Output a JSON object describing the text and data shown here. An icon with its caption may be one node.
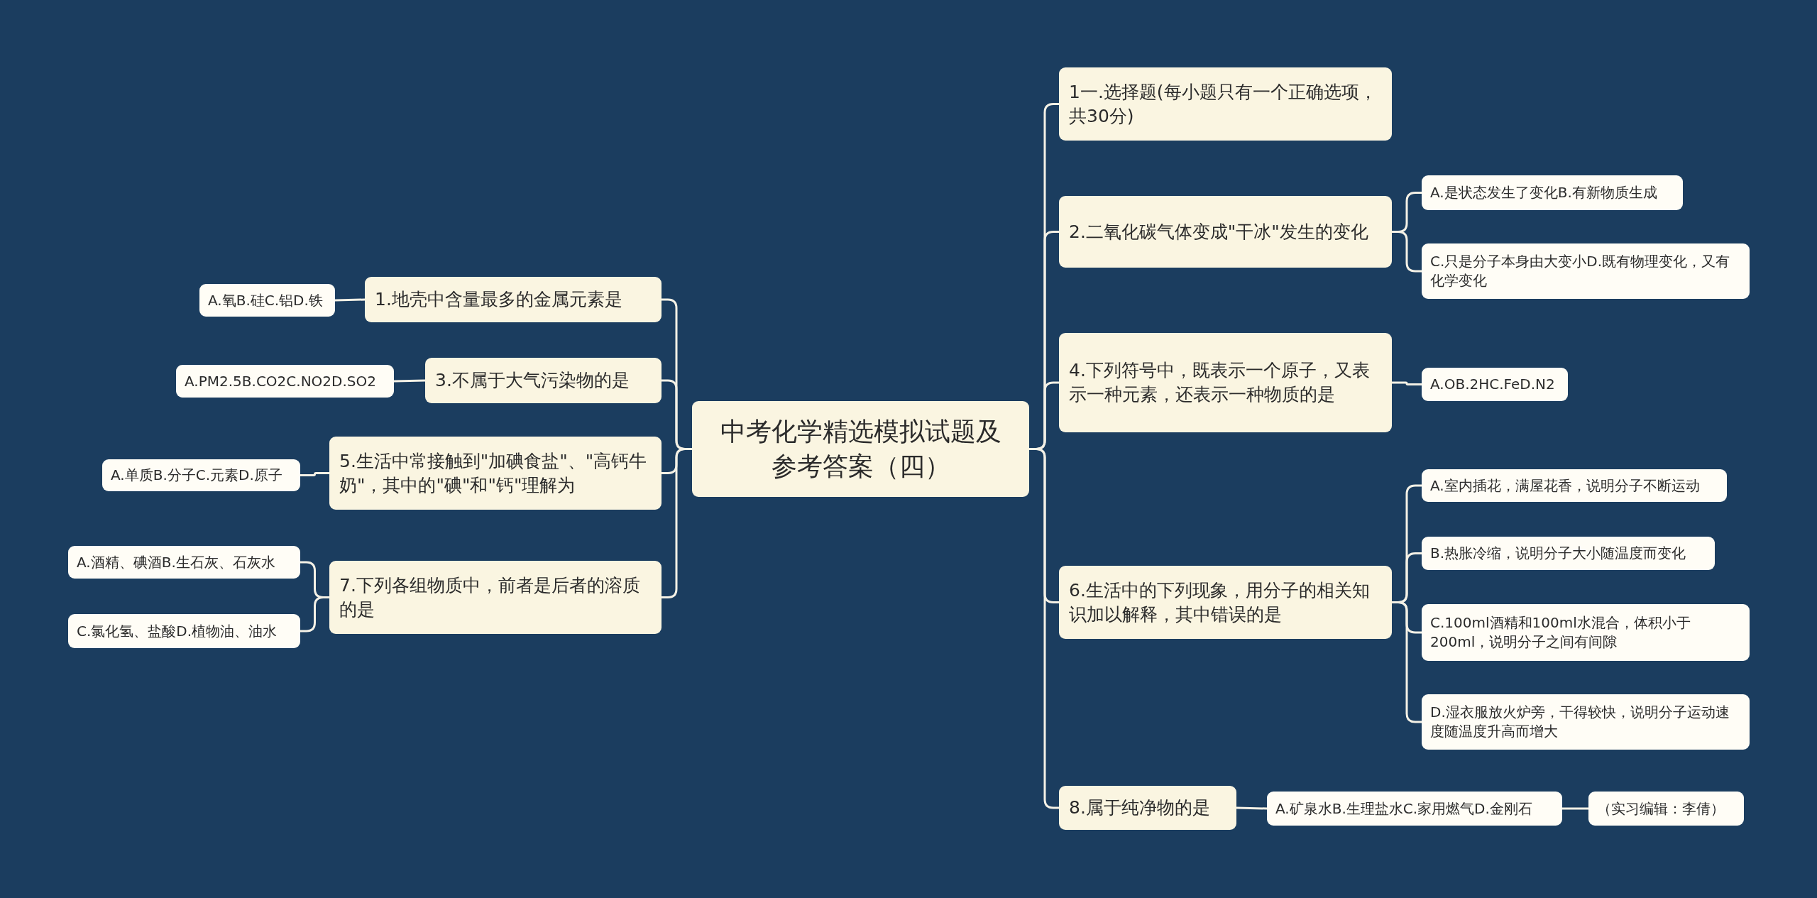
{
  "diagram": {
    "nodes": [
      {
        "text": [
          "中考化学精选模拟试题及参考答案（四）"
        ]
      },
      {
        "text": [
          "1.地壳中含量最多的金属元素是"
        ]
      },
      {
        "text": [
          "A.氧B.硅C.铝D.铁"
        ]
      },
      {
        "text": [
          "3.不属于大气污染物的是"
        ]
      },
      {
        "text": [
          "A.PM2.5B.CO2C.NO2D.SO2"
        ]
      },
      {
        "text": [
          "5.生活中常接触到\"加碘食盐\"、\"高钙牛奶\"，其中的\"碘\"和\"钙\"理解为"
        ]
      },
      {
        "text": [
          "A.单质B.分子C.元素D.原子"
        ]
      },
      {
        "text": [
          "7.下列各组物质中，前者是后者的溶质的是"
        ]
      },
      {
        "text": [
          "A.酒精、碘酒B.生石灰、石灰水"
        ]
      },
      {
        "text": [
          "C.氯化氢、盐酸D.植物油、油水"
        ]
      },
      {
        "text": [
          "1一.选择题(每小题只有一个正确选项，共30分)"
        ]
      },
      {
        "text": [
          "2.二氧化碳气体变成\"干冰\"发生的变化"
        ]
      },
      {
        "text": [
          "A.是状态发生了变化B.有新物质生成"
        ]
      },
      {
        "text": [
          "C.只是分子本身由大变小D.既有物理变化，又有化学变化"
        ]
      },
      {
        "text": [
          "4.下列符号中，既表示一个原子，又表示一种元素，还表示一种物质的是"
        ]
      },
      {
        "text": [
          "A.OB.2HC.FeD.N2"
        ]
      },
      {
        "text": [
          "6.生活中的下列现象，用分子的相关知识加以解释，其中错误的是"
        ]
      },
      {
        "text": [
          "A.室内插花，满屋花香，说明分子不断运动"
        ]
      },
      {
        "text": [
          "B.热胀冷缩，说明分子大小随温度而变化"
        ]
      },
      {
        "text": [
          "C.100ml酒精和100ml水混合，体积小于200ml，说明分子之间有间隙"
        ]
      },
      {
        "text": [
          "D.湿衣服放火炉旁，干得较快，说明分子运动速度随温度升高而增大"
        ]
      },
      {
        "text": [
          "8.属于纯净物的是"
        ]
      },
      {
        "text": [
          "A.矿泉水B.生理盐水C.家用燃气D.金刚石"
        ]
      },
      {
        "text": [
          "（实习编辑：李倩）"
        ]
      }
    ],
    "edges": [
      {
        "from": 0,
        "to": 1,
        "arrow": "none"
      },
      {
        "from": 1,
        "to": 2,
        "arrow": "none"
      },
      {
        "from": 0,
        "to": 3,
        "arrow": "none"
      },
      {
        "from": 3,
        "to": 4,
        "arrow": "none"
      },
      {
        "from": 0,
        "to": 5,
        "arrow": "none"
      },
      {
        "from": 5,
        "to": 6,
        "arrow": "none"
      },
      {
        "from": 0,
        "to": 7,
        "arrow": "none"
      },
      {
        "from": 7,
        "to": 8,
        "arrow": "none"
      },
      {
        "from": 7,
        "to": 9,
        "arrow": "none"
      },
      {
        "from": 0,
        "to": 10,
        "arrow": "none"
      },
      {
        "from": 0,
        "to": 11,
        "arrow": "none"
      },
      {
        "from": 11,
        "to": 12,
        "arrow": "none"
      },
      {
        "from": 11,
        "to": 13,
        "arrow": "none"
      },
      {
        "from": 0,
        "to": 14,
        "arrow": "none"
      },
      {
        "from": 14,
        "to": 15,
        "arrow": "none"
      },
      {
        "from": 0,
        "to": 16,
        "arrow": "none"
      },
      {
        "from": 16,
        "to": 17,
        "arrow": "none"
      },
      {
        "from": 16,
        "to": 18,
        "arrow": "none"
      },
      {
        "from": 16,
        "to": 19,
        "arrow": "none"
      },
      {
        "from": 16,
        "to": 20,
        "arrow": "none"
      },
      {
        "from": 0,
        "to": 21,
        "arrow": "none"
      },
      {
        "from": 21,
        "to": 22,
        "arrow": "none"
      },
      {
        "from": 22,
        "to": 23,
        "arrow": "none"
      }
    ]
  }
}
